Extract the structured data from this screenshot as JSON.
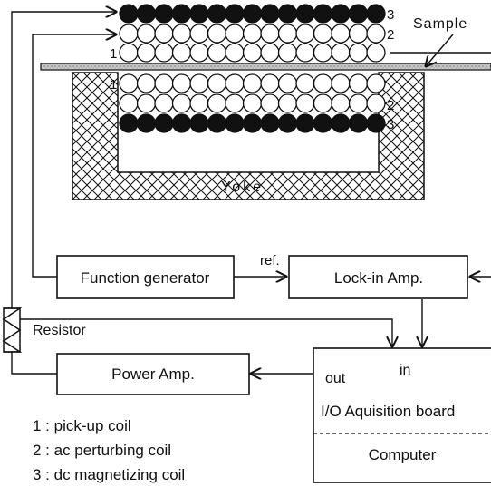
{
  "coil_numbers": {
    "top_outer": "3",
    "top_middle": "2",
    "top_inner": "1",
    "bottom_inner": "1",
    "bottom_middle": "2",
    "bottom_outer": "3"
  },
  "labels": {
    "sample": "Sample",
    "yoke": "Yoke",
    "resistor": "Resistor",
    "ref": "ref.",
    "in": "in",
    "out": "out"
  },
  "blocks": {
    "function_generator": "Function generator",
    "lock_in": "Lock-in Amp.",
    "power_amp": "Power Amp.",
    "io_board": "I/O Aquisition board",
    "computer": "Computer"
  },
  "legend": [
    "1 : pick-up coil",
    "2 : ac perturbing coil",
    "3 : dc magnetizing coil"
  ],
  "colors": {
    "line": "#111111",
    "background": "#ffffff",
    "dc_coil_fill": "#111111",
    "sample_fill": "#bdbdbd"
  }
}
